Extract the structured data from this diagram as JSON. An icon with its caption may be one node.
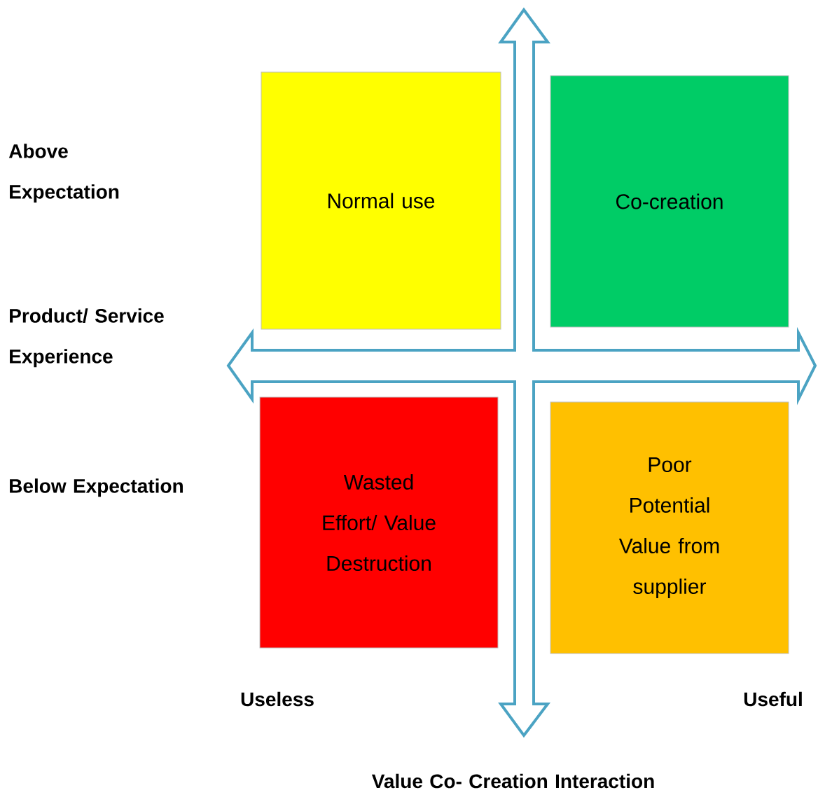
{
  "diagram": {
    "nodes": [
      {
        "text": [
          "Normal use"
        ]
      },
      {
        "text": [
          "Co-creation"
        ]
      },
      {
        "text": [
          "Wasted Effort/ Value Destruction"
        ]
      },
      {
        "text": [
          "Poor Potential Value from supplier"
        ]
      }
    ],
    "labels": [
      "Above Expectation",
      "Product/ Service Experience",
      "Below Expectation",
      "Useless",
      "Useful",
      "Value Co- Creation Interaction"
    ]
  }
}
